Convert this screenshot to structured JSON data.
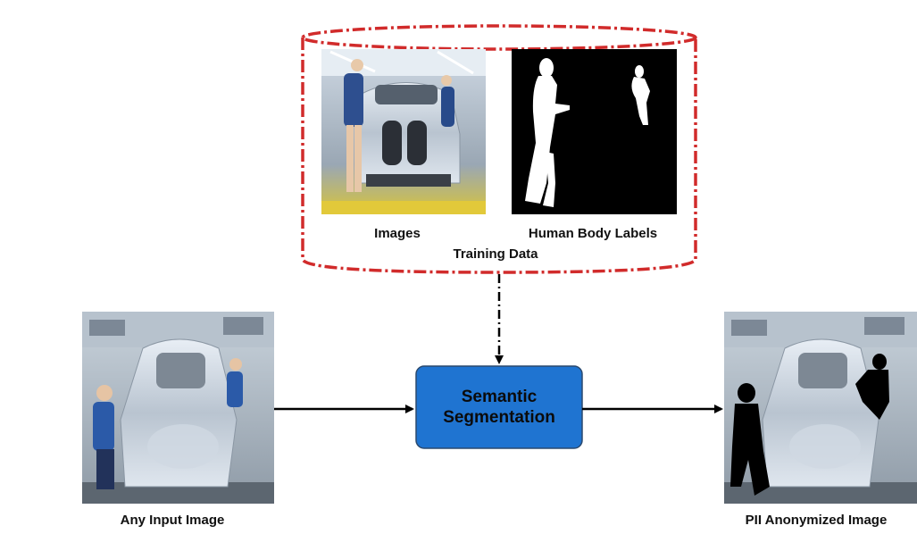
{
  "training": {
    "title": "Training Data",
    "images_label": "Images",
    "labels_label": "Human Body Labels"
  },
  "pipeline": {
    "input_label": "Any Input Image",
    "box_line1": "Semantic",
    "box_line2": "Segmentation",
    "output_label": "PII Anonymized Image"
  },
  "colors": {
    "box_fill": "#1f74d1",
    "box_border": "#2b4a6f",
    "cylinder_border": "#d12b2b",
    "arrow": "#000000"
  }
}
